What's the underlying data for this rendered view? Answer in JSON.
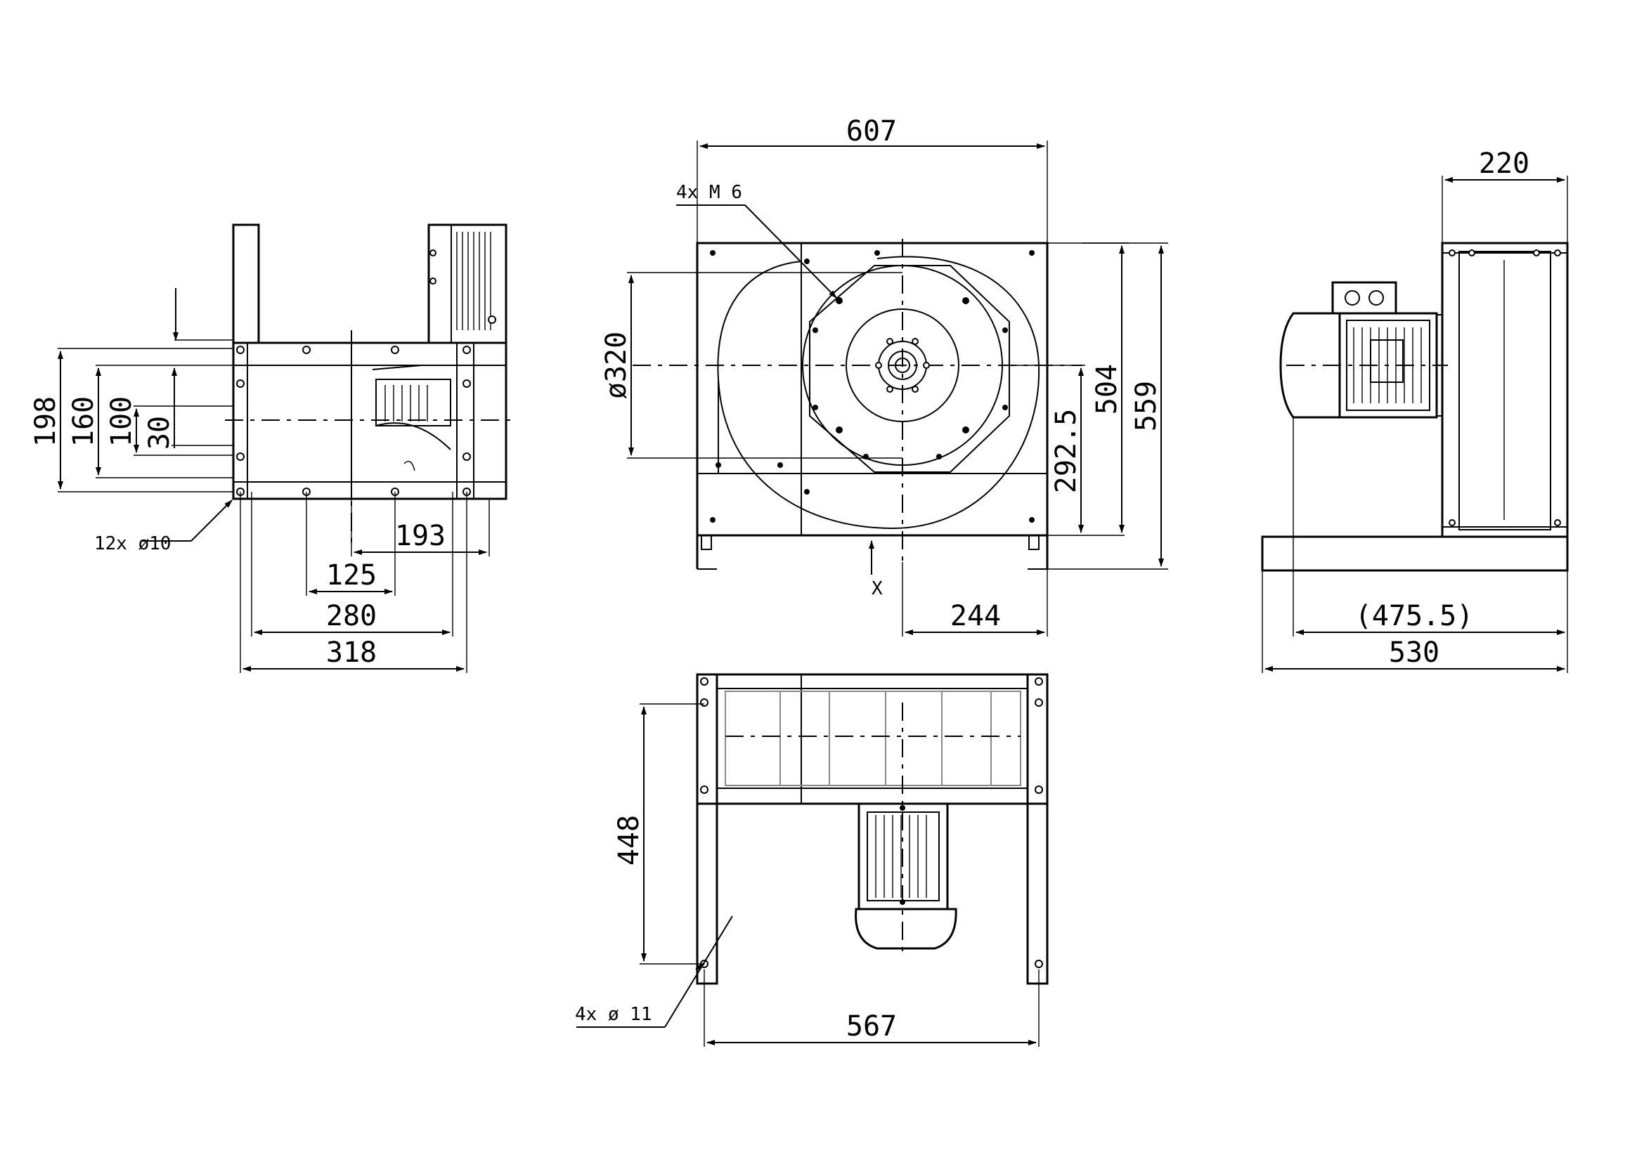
{
  "views": {
    "side_left": {
      "dims": {
        "d198": "198",
        "d160": "160",
        "d100": "100",
        "d30": "30",
        "d193": "193",
        "d125": "125",
        "d280": "280",
        "d318": "318"
      },
      "holes_note": "12x ø10"
    },
    "front": {
      "dims": {
        "d607": "607",
        "d320": "ø320",
        "d504": "504",
        "d559": "559",
        "d292": "292.5",
        "d244": "244"
      },
      "thread_note": "4x M 6",
      "section_mark": "X"
    },
    "side_right": {
      "dims": {
        "d220": "220",
        "d4755": "(475.5)",
        "d530": "530"
      }
    },
    "bottom": {
      "dims": {
        "d448": "448",
        "d567": "567"
      },
      "holes_note": "4x ø 11"
    }
  }
}
